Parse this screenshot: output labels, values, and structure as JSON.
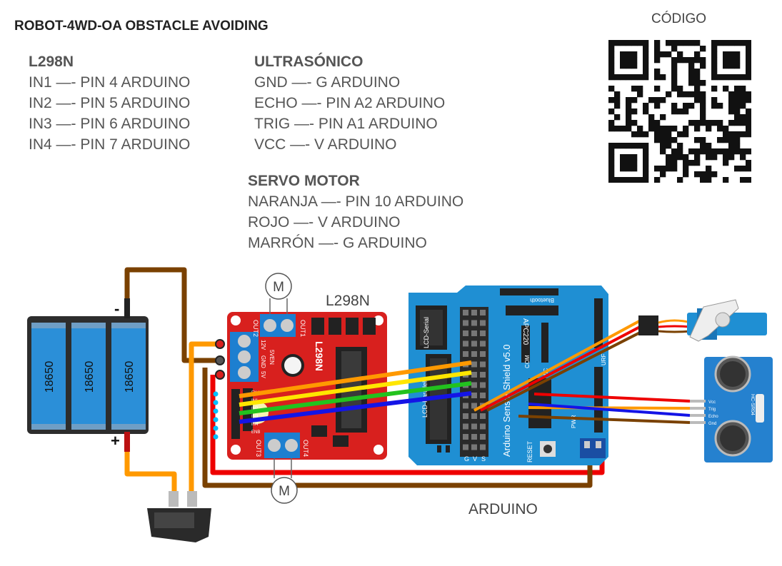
{
  "title": "ROBOT-4WD-OA OBSTACLE AVOIDING",
  "qr_label": "CÓDIGO",
  "sections": [
    {
      "id": "l298n",
      "heading": "L298N",
      "lines": [
        "IN1 —-  PIN 4 ARDUINO",
        "IN2 —- PIN 5 ARDUINO",
        "IN3 —- PIN 6 ARDUINO",
        "IN4 —- PIN 7 ARDUINO"
      ]
    },
    {
      "id": "ultrasonico",
      "heading": "ULTRASÓNICO",
      "lines": [
        "GND —- G ARDUINO",
        "ECHO —- PIN A2 ARDUINO",
        "TRIG —- PIN A1 ARDUINO",
        "VCC —- V ARDUINO"
      ]
    },
    {
      "id": "servo",
      "heading": "SERVO MOTOR",
      "lines": [
        "NARANJA —- PIN 10 ARDUINO",
        "ROJO —- V ARDUINO",
        "MARRÓN —- G ARDUINO"
      ]
    }
  ],
  "diagram": {
    "driver_label": "L298N",
    "arduino_label": "ARDUINO",
    "motor_symbol": "M",
    "battery_cell_label": "18650",
    "battery_minus": "-",
    "battery_plus": "+",
    "shield_title": "Arduino Sensor Shield v5.0",
    "shield_bluetooth": "Bluetooth",
    "shield_apc": "APC220",
    "shield_lcd_serial": "LCD-Serial",
    "shield_lcd_parallel": "LCD-Parallel",
    "shield_reset": "RESET",
    "shield_com": "COM",
    "shield_iic": "IIC",
    "shield_urf": "URF",
    "shield_pwr": "PWR",
    "sensor_model": "HC-SR04",
    "sensor_pins": [
      "Vcc",
      "Trig",
      "Echo",
      "Gnd"
    ],
    "driver_out1": "OUT1",
    "driver_out2": "OUT2",
    "driver_out3": "OUT3",
    "driver_out4": "OUT4",
    "driver_12v": "12V",
    "driver_gnd": "GND",
    "driver_5v": "5V",
    "driver_5ven": "5VEN",
    "driver_inputs": [
      "ENA",
      "IN1",
      "IN2",
      "IN3",
      "IN4",
      "ENB"
    ],
    "shield_pin_labels": [
      "G",
      "V",
      "S"
    ],
    "wire_colors": {
      "orange": "#ff9900",
      "yellow": "#ffe600",
      "green": "#22c21e",
      "blue": "#1414e6",
      "red": "#ee0000",
      "brown": "#7a4100",
      "board_red": "#d8201e",
      "shield_blue": "#1f8fd3",
      "cell_blue": "#2b8fd8",
      "sensor_blue": "#2581cf"
    }
  }
}
